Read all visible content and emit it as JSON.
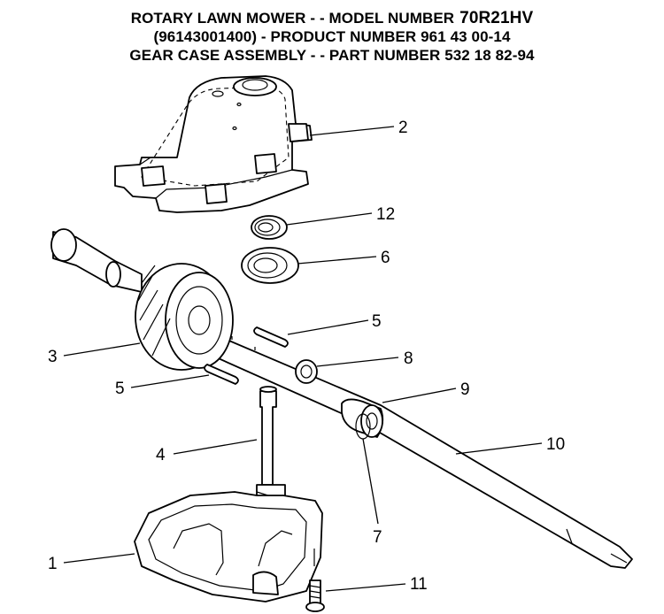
{
  "title": {
    "line1_prefix": "ROTARY LAWN MOWER - - MODEL NUMBER",
    "line1_model": "70R21HV",
    "line2": "(96143001400) - PRODUCT NUMBER 961 43 00-14",
    "line3": "GEAR CASE ASSEMBLY - - PART NUMBER 532 18 82-94"
  },
  "callouts": {
    "c1": "1",
    "c2": "2",
    "c3": "3",
    "c4": "4",
    "c5a": "5",
    "c5b": "5",
    "c6": "6",
    "c7": "7",
    "c8": "8",
    "c9": "9",
    "c10": "10",
    "c11": "11",
    "c12": "12"
  }
}
